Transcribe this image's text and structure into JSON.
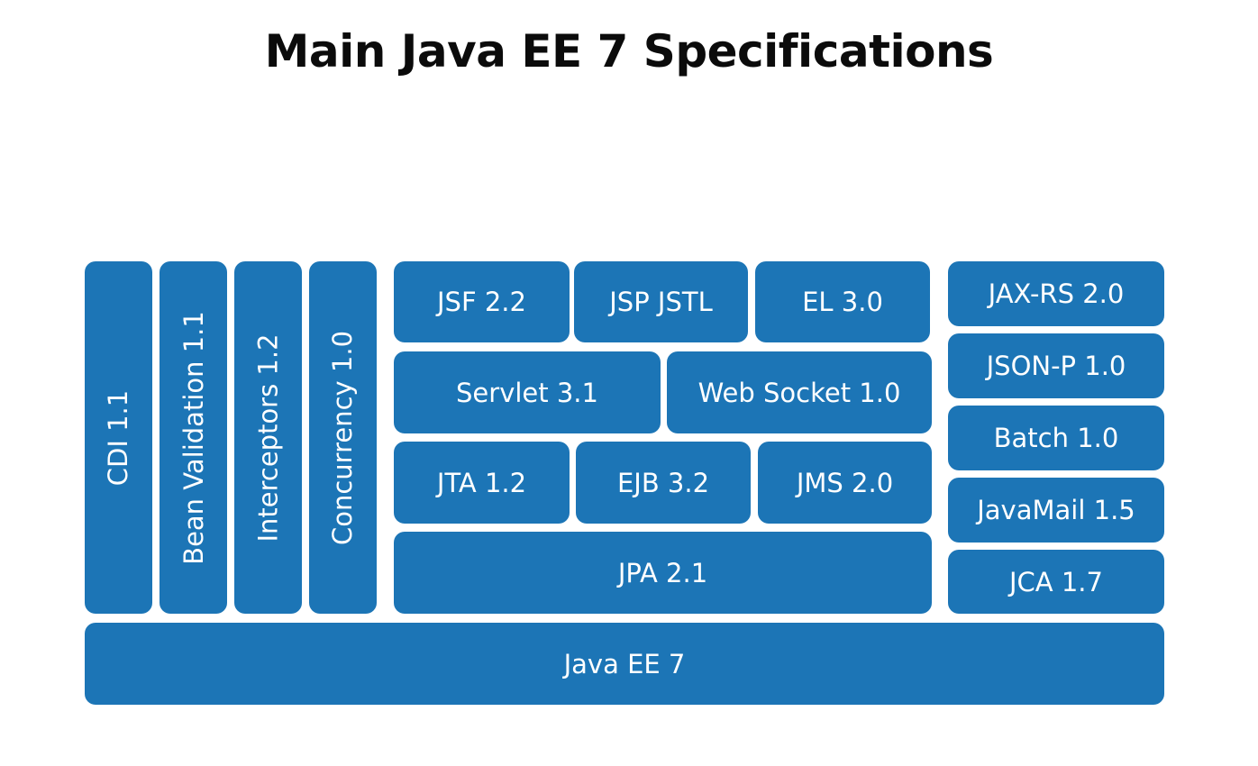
{
  "title": "Main Java EE 7 Specifications",
  "vertical": [
    "CDI 1.1",
    "Bean Validation 1.1",
    "Interceptors 1.2",
    "Concurrency 1.0"
  ],
  "middle": {
    "row1": [
      "JSF 2.2",
      "JSP JSTL",
      "EL 3.0"
    ],
    "row2": [
      "Servlet 3.1",
      "Web Socket 1.0"
    ],
    "row3": [
      "JTA 1.2",
      "EJB 3.2",
      "JMS 2.0"
    ],
    "row4": [
      "JPA 2.1"
    ]
  },
  "right": [
    "JAX-RS 2.0",
    "JSON-P 1.0",
    "Batch 1.0",
    "JavaMail 1.5",
    "JCA 1.7"
  ],
  "base": "Java EE 7",
  "colors": {
    "box": "#1c75b6",
    "text": "#ffffff",
    "title": "#0b0b0b"
  }
}
